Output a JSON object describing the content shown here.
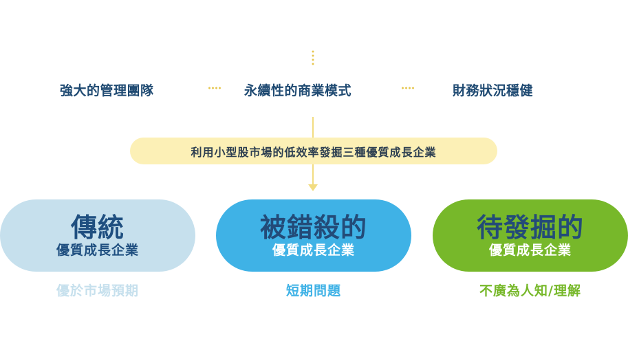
{
  "criteria": [
    "強大的管理團隊",
    "永續性的商業模式",
    "財務狀況穩健"
  ],
  "banner": "利用小型股市場的低效率發掘三種優質成長企業",
  "categories": [
    {
      "title": "傳統",
      "subtitle": "優質成長企業",
      "caption": "優於市場預期"
    },
    {
      "title": "被錯殺的",
      "subtitle": "優質成長企業",
      "caption": "短期問題"
    },
    {
      "title": "待發掘的",
      "subtitle": "優質成長企業",
      "caption": "不廣為人知/理解"
    }
  ],
  "colors": {
    "connector": "#f2dc80",
    "dots": "#e6c64e",
    "banner_bg": "#fcf0b6",
    "pill_1": "#c6e0ed",
    "pill_2": "#3fb2e6",
    "pill_3": "#77b82a",
    "caption_1": "#c6e0ed",
    "caption_2": "#3fb2e6",
    "caption_3": "#77b82a",
    "title_text": "#1f4a72"
  }
}
